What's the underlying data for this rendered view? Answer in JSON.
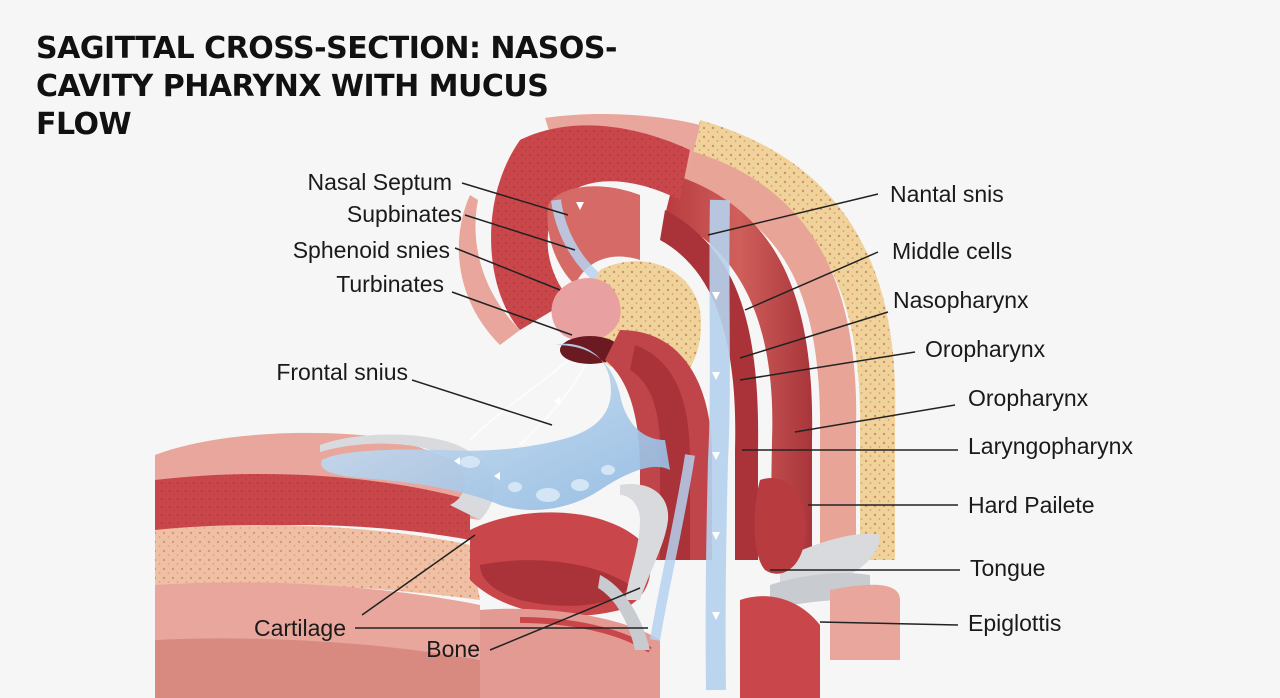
{
  "title": {
    "line1": "SAGITTAL CROSS-SECTION: NASOS-",
    "line2": "CAVITY PHARYNX WITH MUCUS FLOW"
  },
  "labels_left": [
    {
      "text": "Nasal Septum"
    },
    {
      "text": "Supbinates"
    },
    {
      "text": "Sphenoid snies"
    },
    {
      "text": "Turbinates"
    },
    {
      "text": "Frontal snius"
    },
    {
      "text": "Cartilage"
    },
    {
      "text": "Bone"
    }
  ],
  "labels_right": [
    {
      "text": "Nantal snis"
    },
    {
      "text": "Middle cells"
    },
    {
      "text": "Nasopharynx"
    },
    {
      "text": "Oropharynx"
    },
    {
      "text": "Oropharynx"
    },
    {
      "text": "Laryngopharynx"
    },
    {
      "text": "Hard Pailete"
    },
    {
      "text": "Tongue"
    },
    {
      "text": "Epiglottis"
    }
  ],
  "colors": {
    "tissue_red": "#c9474a",
    "muscle_dark": "#a93338",
    "pink": "#e9a69c",
    "bone_yellow": "#f0d29b",
    "mucus_blue": "#a9cbea",
    "cartilage_grey": "#d9dadd"
  }
}
